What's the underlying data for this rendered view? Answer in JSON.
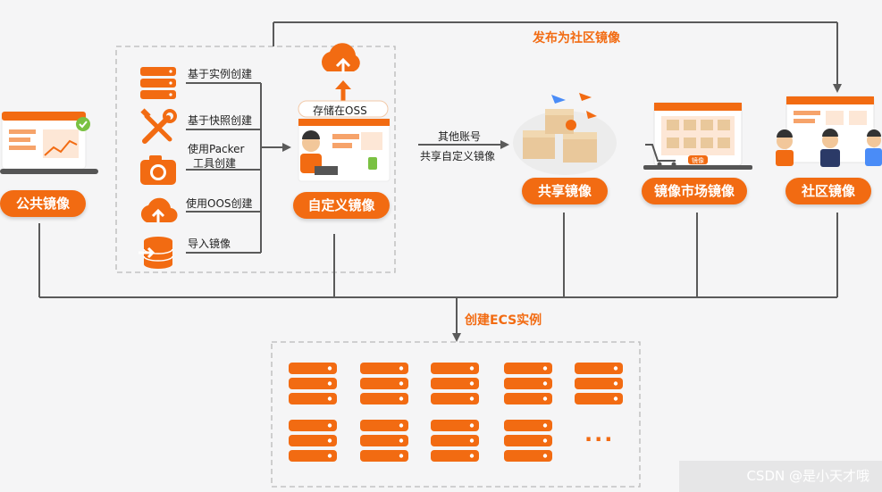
{
  "nodes": {
    "public_image": "公共镜像",
    "custom_image": "自定义镜像",
    "shared_image": "共享镜像",
    "marketplace_image": "镜像市场镜像",
    "community_image": "社区镜像"
  },
  "create_methods": [
    {
      "label": "基于实例创建",
      "icon": "server-icon"
    },
    {
      "label": "基于快照创建",
      "icon": "tools-icon"
    },
    {
      "label_line1": "使用Packer",
      "label_line2": "工具创建",
      "icon": "camera-icon"
    },
    {
      "label": "使用OOS创建",
      "icon": "cloud-upload-icon"
    },
    {
      "label": "导入镜像",
      "icon": "database-import-icon"
    }
  ],
  "labels": {
    "store_oss": "存储在OSS",
    "publish_community": "发布为社区镜像",
    "share_line1": "其他账号",
    "share_line2": "共享自定义镜像",
    "create_ecs": "创建ECS实例",
    "ellipsis": "...",
    "cart_tag": "镜像"
  },
  "watermark": "CSDN @是小天才哦",
  "colors": {
    "accent": "#f26b12",
    "line": "#5a5a5a",
    "dashed": "#b9b9b9"
  }
}
